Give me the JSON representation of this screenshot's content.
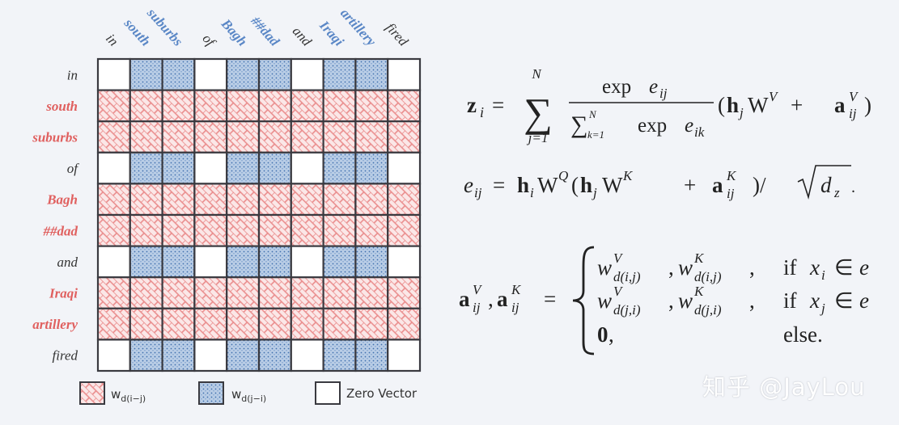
{
  "tokens": [
    {
      "text": "in",
      "style": "plain"
    },
    {
      "text": "south",
      "style": "accent"
    },
    {
      "text": "suburbs",
      "style": "accent"
    },
    {
      "text": "of",
      "style": "plain"
    },
    {
      "text": "Bagh",
      "style": "accent"
    },
    {
      "text": "##dad",
      "style": "accent"
    },
    {
      "text": "and",
      "style": "plain"
    },
    {
      "text": "Iraqi",
      "style": "accent"
    },
    {
      "text": "artillery",
      "style": "accent"
    },
    {
      "text": "fired",
      "style": "plain"
    }
  ],
  "grid": {
    "cells": [
      [
        "zero",
        "blue",
        "blue",
        "zero",
        "blue",
        "blue",
        "zero",
        "blue",
        "blue",
        "zero"
      ],
      [
        "red",
        "red",
        "red",
        "red",
        "red",
        "red",
        "red",
        "red",
        "red",
        "red"
      ],
      [
        "red",
        "red",
        "red",
        "red",
        "red",
        "red",
        "red",
        "red",
        "red",
        "red"
      ],
      [
        "zero",
        "blue",
        "blue",
        "zero",
        "blue",
        "blue",
        "zero",
        "blue",
        "blue",
        "zero"
      ],
      [
        "red",
        "red",
        "red",
        "red",
        "red",
        "red",
        "red",
        "red",
        "red",
        "red"
      ],
      [
        "red",
        "red",
        "red",
        "red",
        "red",
        "red",
        "red",
        "red",
        "red",
        "red"
      ],
      [
        "zero",
        "blue",
        "blue",
        "zero",
        "blue",
        "blue",
        "zero",
        "blue",
        "blue",
        "zero"
      ],
      [
        "red",
        "red",
        "red",
        "red",
        "red",
        "red",
        "red",
        "red",
        "red",
        "red"
      ],
      [
        "red",
        "red",
        "red",
        "red",
        "red",
        "red",
        "red",
        "red",
        "red",
        "red"
      ],
      [
        "zero",
        "blue",
        "blue",
        "zero",
        "blue",
        "blue",
        "zero",
        "blue",
        "blue",
        "zero"
      ]
    ]
  },
  "legend": [
    {
      "kind": "red",
      "label": "w",
      "sub": "d(i−j)"
    },
    {
      "kind": "blue",
      "label": "w",
      "sub": "d(j−i)"
    },
    {
      "kind": "zero",
      "label": "Zero Vector",
      "sub": ""
    }
  ],
  "colors": {
    "accent_red": "#e0605f",
    "accent_blue": "#5a87c6",
    "plain": "#333333",
    "red_pattern": "#e98a8a",
    "red_fill": "#fbe7e7",
    "blue_fill": "#b9cde6",
    "blue_dot": "#3f6fae",
    "grid_line": "#3a3a40",
    "background": "#f2f4f8"
  },
  "equations": {
    "z_lhs": "z",
    "z_lhs_sub": "i",
    "equals": "=",
    "sum_upper": "N",
    "sum_lower": "j=1",
    "frac_num_exp": "exp",
    "frac_num_e": "e",
    "frac_num_sub": "ij",
    "frac_den_sum_upper": "N",
    "frac_den_sum_lower": "k=1",
    "frac_den_exp": "exp",
    "frac_den_e": "e",
    "frac_den_sub": "ik",
    "z_open": "(",
    "z_h": "h",
    "z_h_sub": "j",
    "z_W": "W",
    "z_W_sup": "V",
    "plus": "+",
    "z_a": "a",
    "z_a_sup": "V",
    "z_a_sub": "ij",
    "z_close": ")",
    "e_lhs": "e",
    "e_lhs_sub": "ij",
    "e_h1": "h",
    "e_h1_sub": "i",
    "e_W1": "W",
    "e_W1_sup": "Q",
    "e_open": "(",
    "e_h2": "h",
    "e_h2_sub": "j",
    "e_W2": "W",
    "e_W2_sup": "K",
    "e_a": "a",
    "e_a_sup": "K",
    "e_a_sub": "ij",
    "e_close_div": ")/",
    "e_d": "d",
    "e_d_sub": "z",
    "a_lhs_a1": "a",
    "a_lhs_a1_sup": "V",
    "a_lhs_a1_sub": "ij",
    "a_comma": ",",
    "a_lhs_a2": "a",
    "a_lhs_a2_sup": "K",
    "a_lhs_a2_sub": "ij",
    "cases": [
      {
        "w1_sup": "V",
        "w1_sub": "d(i,j)",
        "w2_sup": "K",
        "w2_sub": "d(i,j)",
        "cond_if": "if",
        "cond_x": "x",
        "cond_sub": "i",
        "cond_in": "∈",
        "cond_e": "e"
      },
      {
        "w1_sup": "V",
        "w1_sub": "d(j,i)",
        "w2_sup": "K",
        "w2_sub": "d(j,i)",
        "cond_if": "if",
        "cond_x": "x",
        "cond_sub": "j",
        "cond_in": "∈",
        "cond_e": "e"
      }
    ],
    "case3_zero": "0",
    "case3_else": "else.",
    "w_letter": "w",
    "case_comma": ","
  },
  "watermark": "知乎 @JayLou"
}
